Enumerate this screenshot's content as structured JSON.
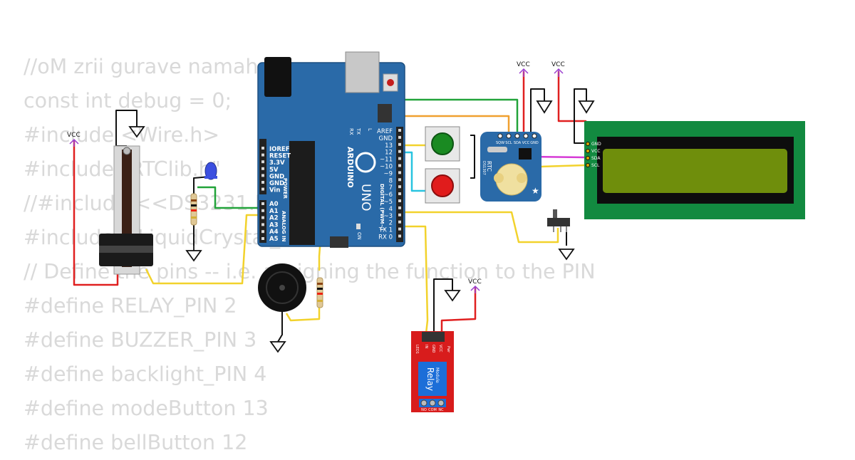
{
  "code_lines": [
    "//oM zrii gurave namah",
    "const int debug = 0;",
    "#include <Wire.h>",
    "#include \"RTClib.h\"",
    "//#include <<DS3231.h>",
    "#include <LiquidCrystal_I2C.h>",
    "// Define the pins -- i.e. assigning the function to the PIN",
    "#define RELAY_PIN 2",
    "#define BUZZER_PIN 3",
    "#define backlight_PIN 4",
    "#define modeButton 13",
    "#define bellButton 12"
  ],
  "vcc_label": "VCC",
  "arduino": {
    "brand": "ARDUINO",
    "model": "UNO",
    "tx": "TX",
    "rx": "RX",
    "l": "L",
    "on": "ON",
    "digital_label": "DIGITAL (PWM~)",
    "power_label": "POWER",
    "analog_label": "ANALOG IN",
    "power_pins": [
      "IOREF",
      "RESET",
      "3.3V",
      "5V",
      "GND",
      "GND",
      "Vin"
    ],
    "analog_pins": [
      "A0",
      "A1",
      "A2",
      "A3",
      "A4",
      "A5"
    ],
    "digital_pins": [
      "AREF",
      "GND",
      "13",
      "12",
      "~11",
      "~10",
      "~9",
      "8",
      "7",
      "~6",
      "~5",
      "4",
      "~3",
      "2",
      "TX 1",
      "RX 0"
    ]
  },
  "rtc": {
    "title": "RTC",
    "chip": "DS1307",
    "pins": [
      "SQW",
      "SCL",
      "SDA",
      "VCC",
      "GND"
    ]
  },
  "lcd": {
    "pins": [
      "GND",
      "VCC",
      "SDA",
      "SCL"
    ]
  },
  "relay": {
    "title": "Relay",
    "subtitle": "Module",
    "pins": [
      "IN",
      "GND",
      "VCC"
    ],
    "terminals": [
      "NO",
      "COM",
      "NC"
    ],
    "led1": "LED1",
    "power": "Pwr"
  },
  "colors": {
    "board_blue": "#2a6aa8",
    "wire_green": "#22a33a",
    "wire_orange": "#f0a030",
    "wire_cyan": "#29c4e0",
    "wire_yellow": "#f2d22c",
    "wire_magenta": "#d63ad6",
    "wire_red": "#e02020",
    "lcd_pcb": "#128a40",
    "lcd_screen": "#6f8e0c",
    "relay_pcb": "#d81c1c",
    "vcc_arrow": "#9b3fd0"
  }
}
